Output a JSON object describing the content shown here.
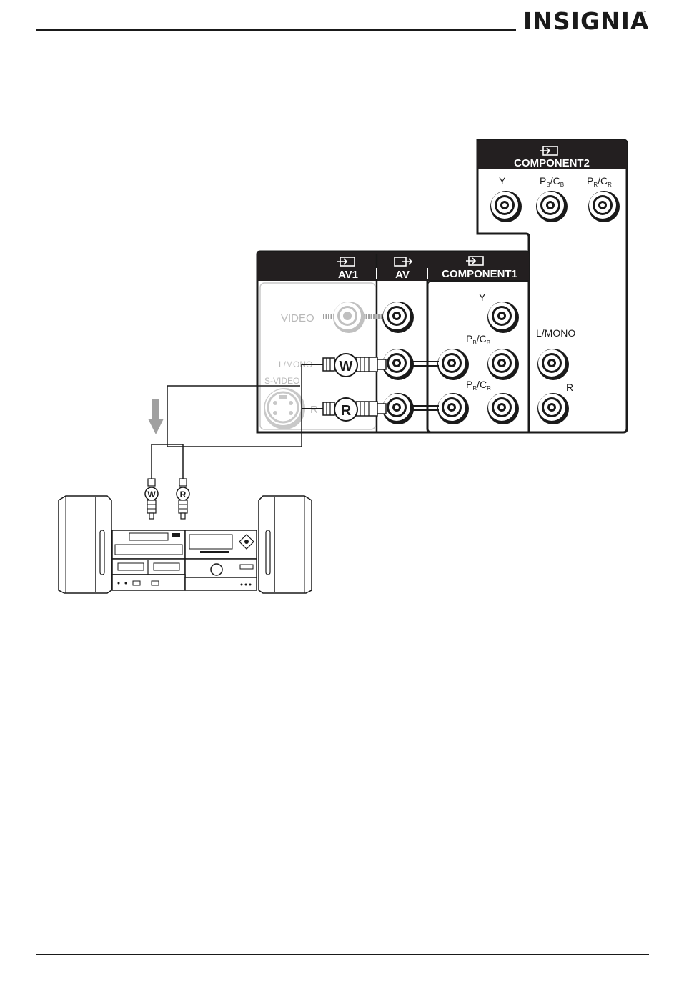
{
  "header": {
    "brand": "INSIGNIA",
    "trademark": "™"
  },
  "panel": {
    "component2": {
      "title": "COMPONENT2",
      "y": "Y",
      "pb": "P",
      "pb_sub": "B",
      "cb": "C",
      "cb_sub": "B",
      "pr": "P",
      "pr_sub": "R",
      "cr": "C",
      "cr_sub": "R",
      "slash": "/"
    },
    "av1": {
      "title": "AV1"
    },
    "av_out": {
      "title": "AV"
    },
    "component1": {
      "title": "COMPONENT1",
      "y": "Y",
      "pb": "P",
      "pb_sub": "B",
      "cb": "C",
      "cb_sub": "B",
      "pr": "P",
      "pr_sub": "R",
      "cr": "C",
      "cr_sub": "R",
      "slash": "/"
    },
    "video": "VIDEO",
    "lmono_faded": "L/MONO",
    "svideo": "S-VIDEO",
    "r_faded": "R",
    "lmono": "L/MONO",
    "r": "R"
  },
  "plugs": {
    "white": "W",
    "red": "R"
  },
  "colors": {
    "header_bg": "#231f20",
    "line": "#1a1a1a",
    "faded": "#b8b8b8"
  }
}
